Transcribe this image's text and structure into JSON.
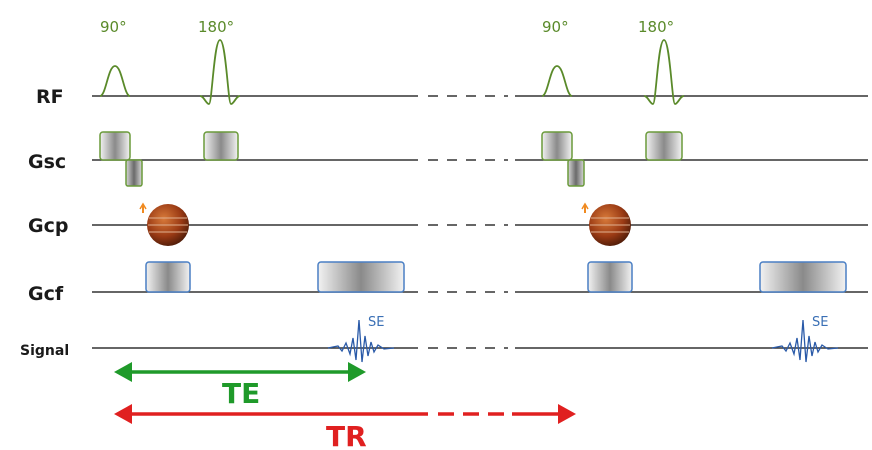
{
  "rows": {
    "rf": "RF",
    "gsc": "Gsc",
    "gcp": "Gcp",
    "gcf": "Gcf",
    "signal": "Signal"
  },
  "pulses": {
    "first_90": "90°",
    "first_180": "180°",
    "second_90": "90°",
    "second_180": "180°"
  },
  "echo": {
    "first": "SE",
    "second": "SE"
  },
  "intervals": {
    "te": "TE",
    "tr": "TR"
  },
  "colors": {
    "rf_pulse": "#5a8a2a",
    "gradient_green_edge": "#6a9a3a",
    "gradient_blue_edge": "#4a7fc4",
    "signal": "#2a5aa8",
    "te_arrow": "#1f9a2a",
    "tr_arrow": "#e02020",
    "phase_sphere": "#8a2a10"
  }
}
